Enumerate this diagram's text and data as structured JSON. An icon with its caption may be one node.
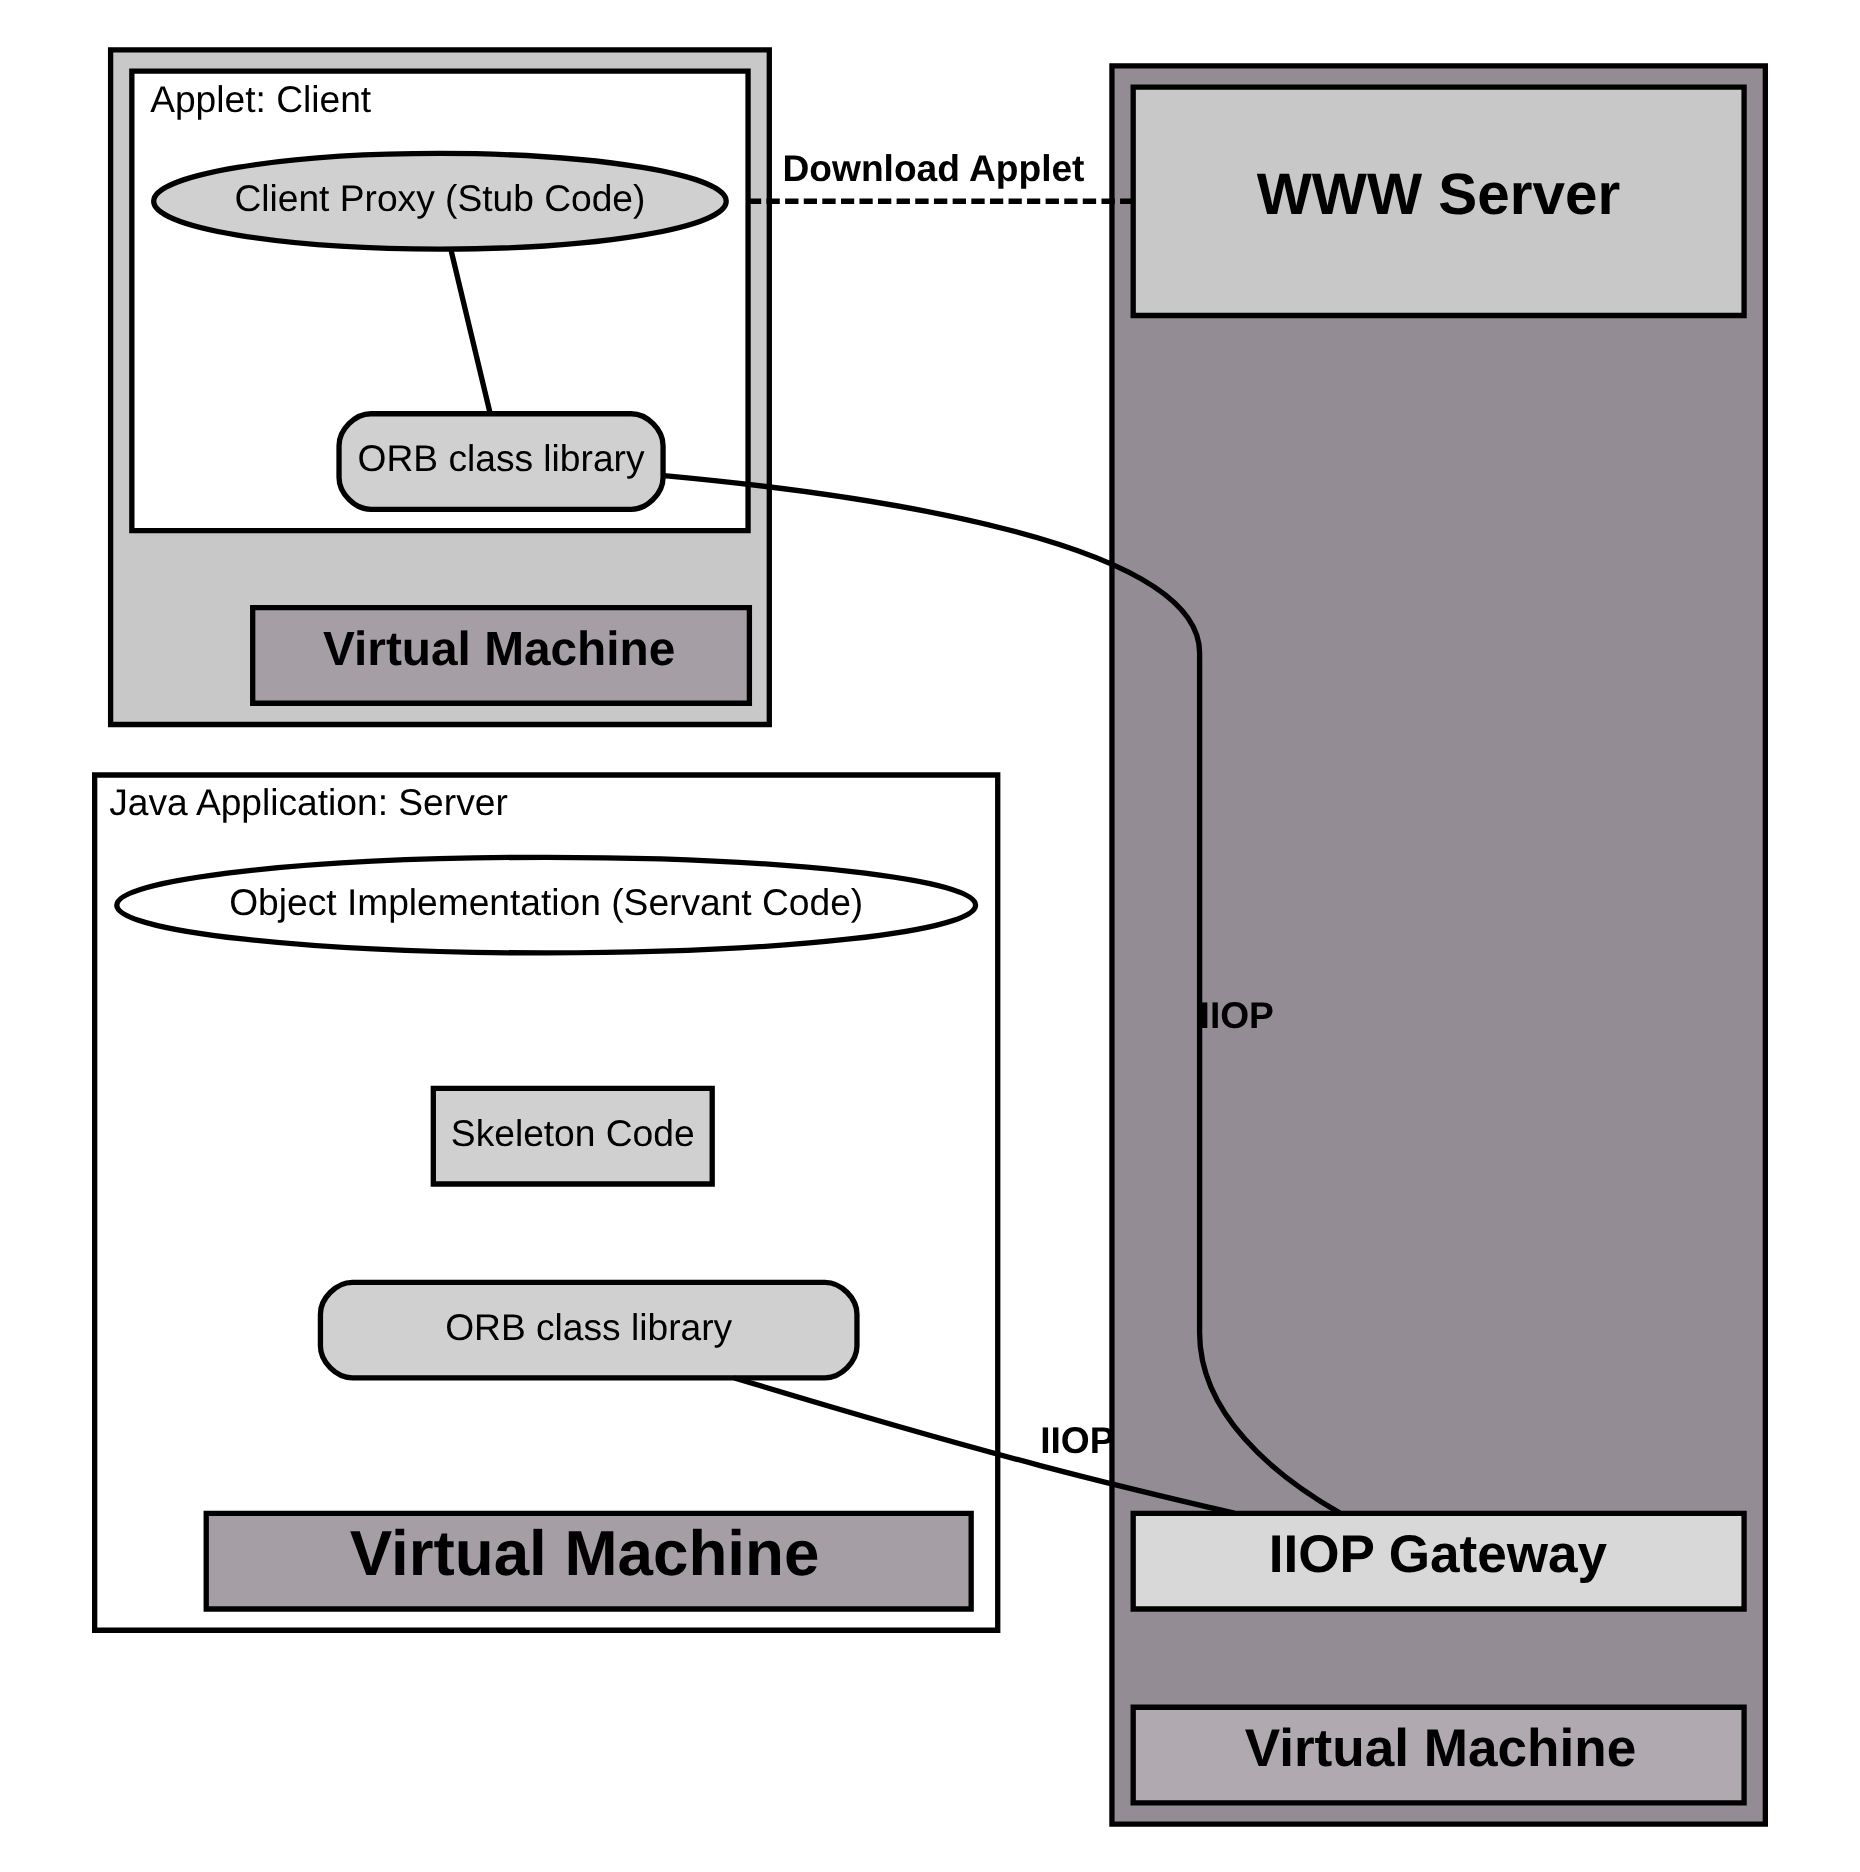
{
  "diagram": {
    "nodes": [
      {
        "text": [],
        "shape": "box"
      },
      {
        "text": [
          "Applet: Client"
        ],
        "in": 0
      },
      {
        "text": [
          "Client Proxy (Stub Code)"
        ],
        "in": 1
      },
      {
        "text": [
          "ORB class library"
        ],
        "in": 1
      },
      {
        "text": [
          "Virtual Machine"
        ],
        "in": 0
      },
      {
        "text": [],
        "shape": "box"
      },
      {
        "text": [
          "WWW Server"
        ],
        "in": 5
      },
      {
        "text": [
          "IIOP Gateway"
        ],
        "in": 5
      },
      {
        "text": [
          "Virtual Machine"
        ],
        "in": 5
      },
      {
        "text": [
          "Java Application: Server"
        ]
      },
      {
        "text": [
          "Object Implementation (Servant Code)"
        ],
        "in": 9
      },
      {
        "text": [
          "Skeleton Code"
        ],
        "in": 9
      },
      {
        "text": [
          "ORB class library"
        ],
        "in": 9
      },
      {
        "text": [
          "Virtual Machine"
        ],
        "in": 9
      }
    ],
    "edges": [
      {
        "from": 1,
        "to": 6,
        "arrow": "none",
        "label": "Download Applet",
        "style": "dashed"
      },
      {
        "from": 2,
        "to": 3,
        "arrow": "none"
      },
      {
        "from": 3,
        "to": 7,
        "arrow": "none",
        "label": "IIOP"
      },
      {
        "from": 12,
        "to": 7,
        "arrow": "none",
        "label": "IIOP"
      }
    ]
  }
}
